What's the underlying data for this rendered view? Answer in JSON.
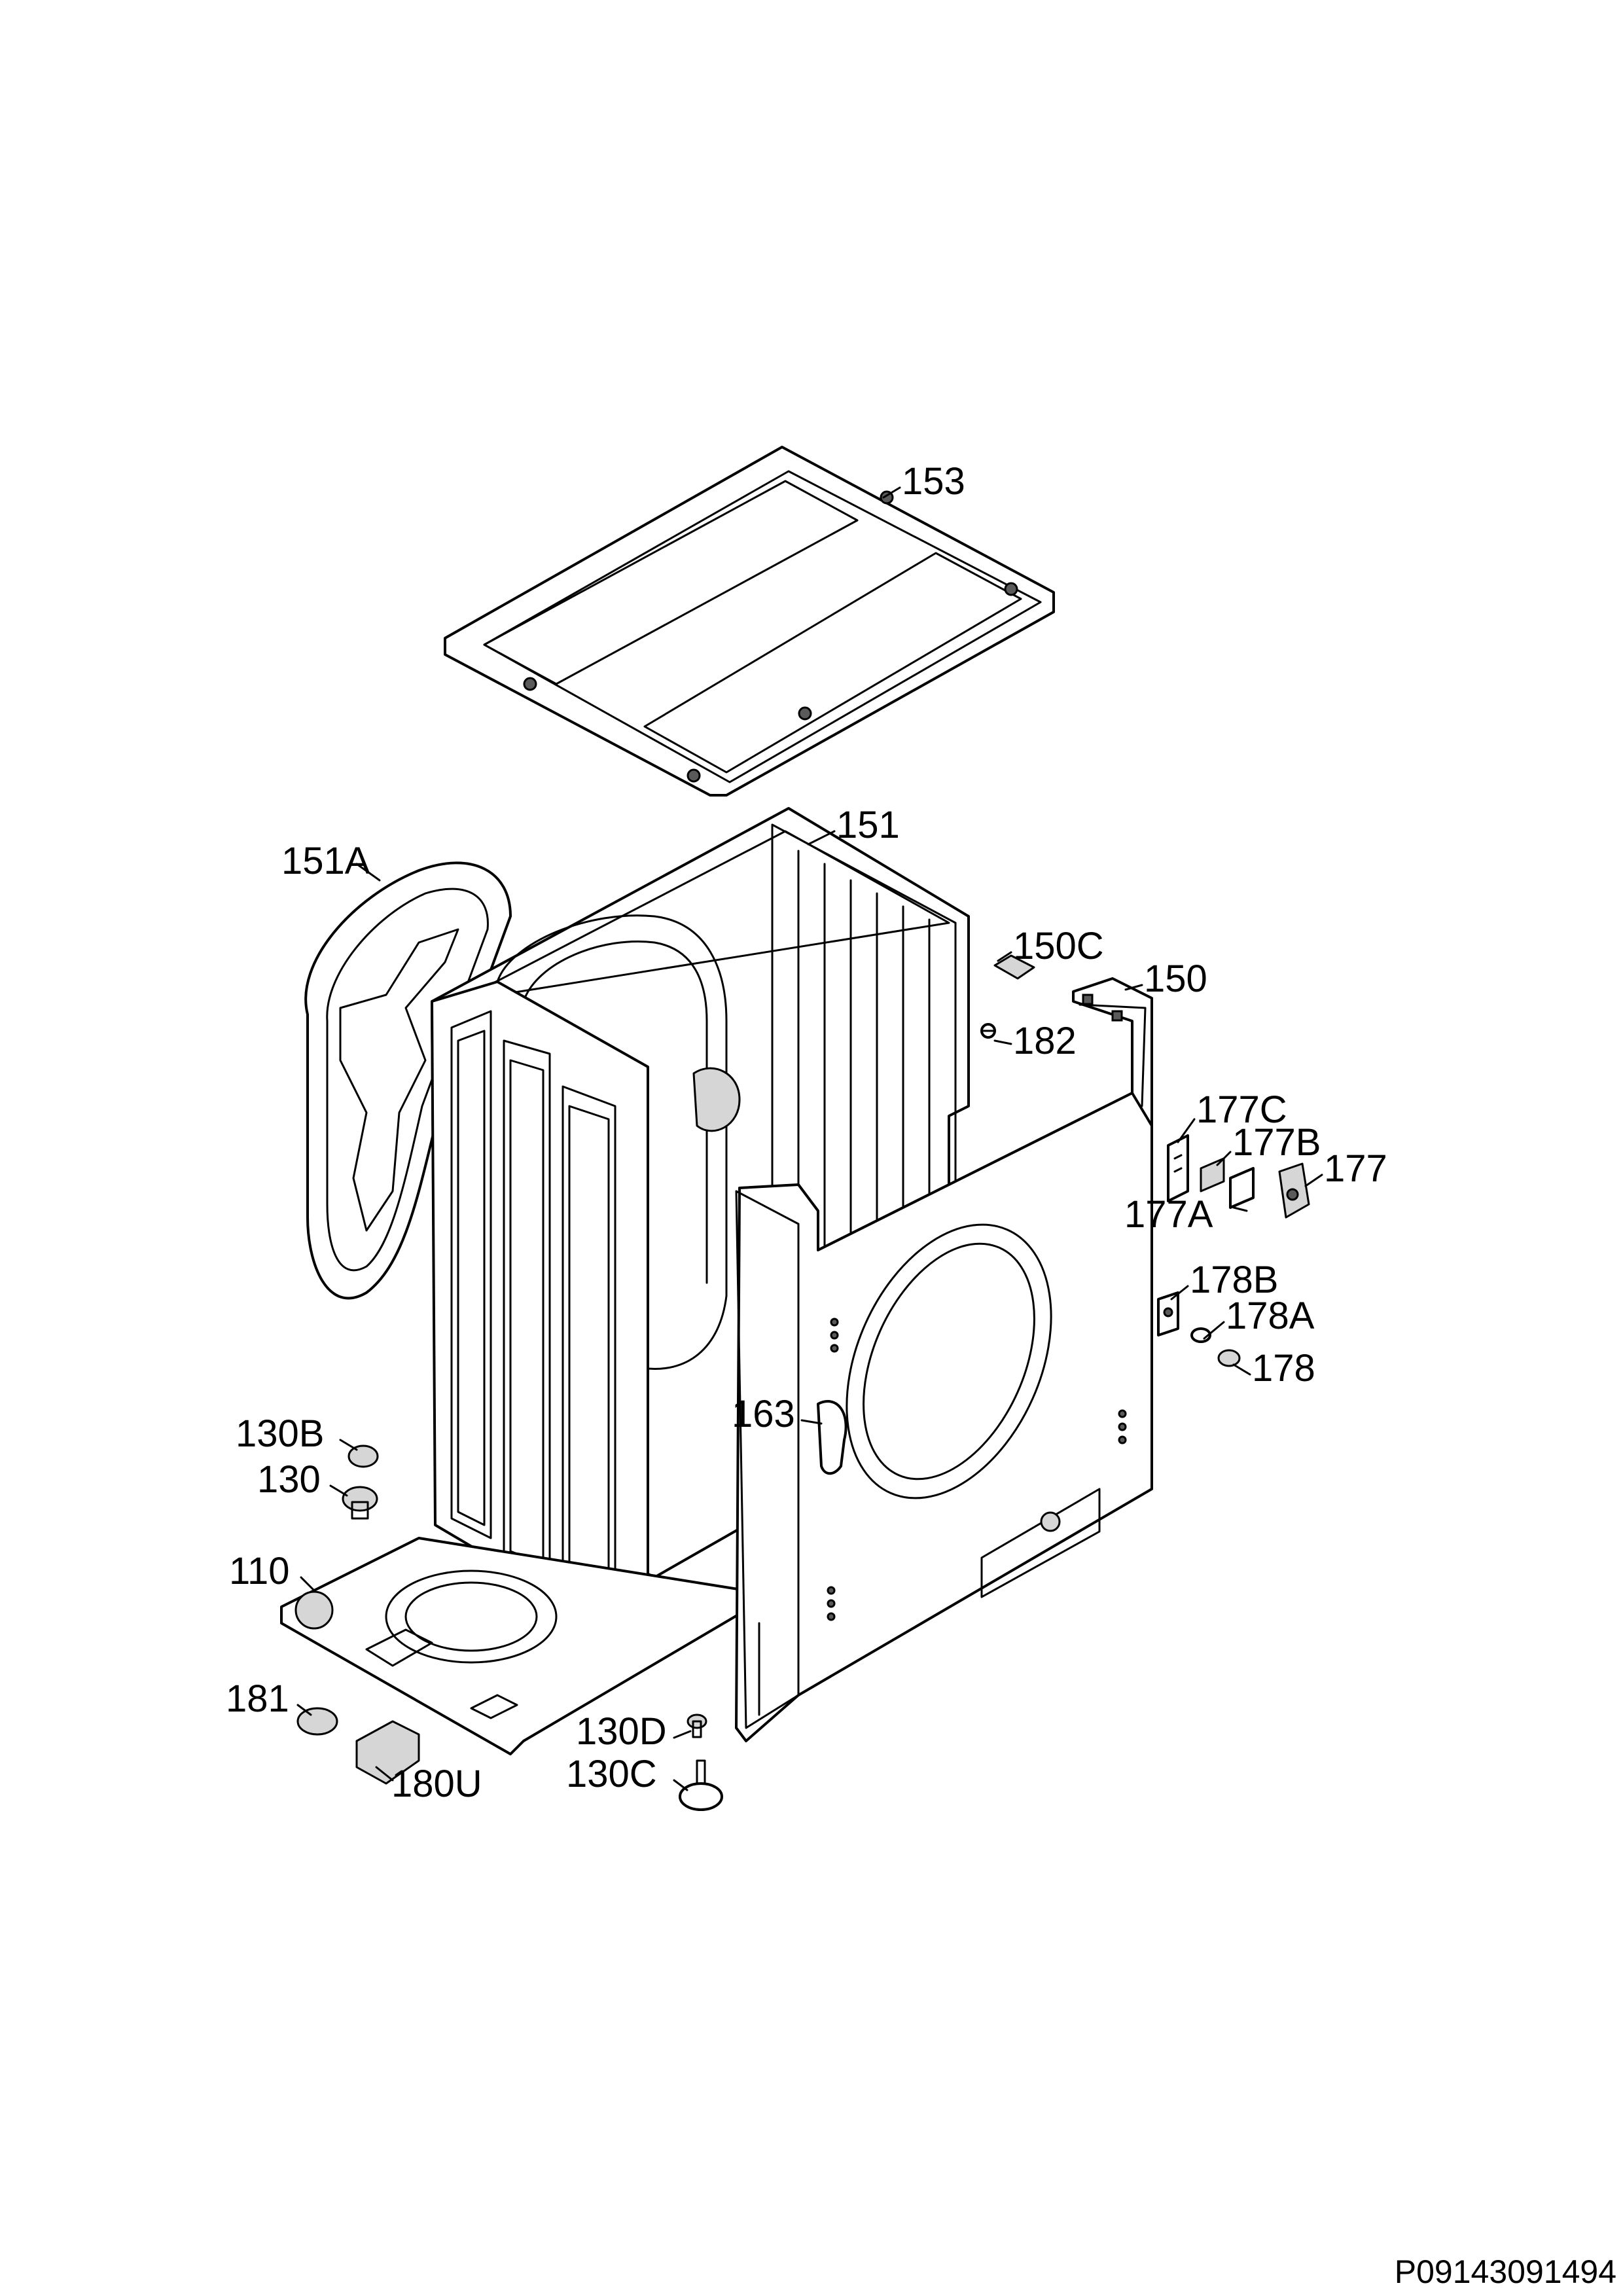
{
  "diagram_code": "P09143091494",
  "callouts": {
    "c153": "153",
    "c151": "151",
    "c151A": "151A",
    "c150C": "150C",
    "c150": "150",
    "c182": "182",
    "c177C": "177C",
    "c177B": "177B",
    "c177": "177",
    "c177A": "177A",
    "c178B": "178B",
    "c178A": "178A",
    "c178": "178",
    "c163": "163",
    "c130B": "130B",
    "c130": "130",
    "c110": "110",
    "c181": "181",
    "c180U": "180U",
    "c130D": "130D",
    "c130C": "130C"
  }
}
